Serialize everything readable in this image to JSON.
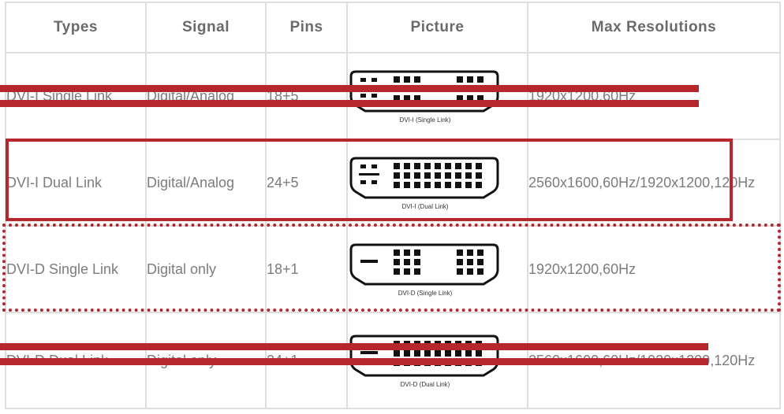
{
  "table": {
    "headers": [
      "Types",
      "Signal",
      "Pins",
      "Picture",
      "Max Resolutions"
    ],
    "rows": [
      {
        "type": "DVI-I  Single Link",
        "signal": "Digital/Analog",
        "pins": "18+5",
        "caption": "DVI-I (Single Link)",
        "resolution": "1920x1200,60Hz"
      },
      {
        "type": "DVI-I   Dual Link",
        "signal": "Digital/Analog",
        "pins": "24+5",
        "caption": "DVI-I (Dual Link)",
        "resolution": "2560x1600,60Hz/1920x1200,120Hz"
      },
      {
        "type": "DVI-D Single Link",
        "signal": "Digital only",
        "pins": "18+1",
        "caption": "DVI-D (Single Link)",
        "resolution": "1920x1200,60Hz"
      },
      {
        "type": "DVI-D Dual Link",
        "signal": "Digital only",
        "pins": "24+1",
        "caption": "DVI-D (Dual Link)",
        "resolution": "2560x1600,60Hz/1920x1200,120Hz"
      }
    ]
  },
  "colors": {
    "highlight": "#b5272d",
    "grid": "#dedede",
    "text": "#7c7c7c",
    "header": "#6a6a6a"
  }
}
